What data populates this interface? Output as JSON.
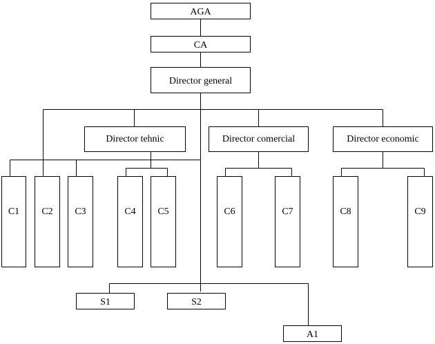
{
  "org_chart": {
    "top": {
      "aga": "AGA",
      "ca": "CA",
      "director_general": "Director general"
    },
    "directors": {
      "tehnic": "Director tehnic",
      "comercial": "Director comercial",
      "economic": "Director economic"
    },
    "columns": {
      "c1": "C1",
      "c2": "C2",
      "c3": "C3",
      "c4": "C4",
      "c5": "C5",
      "c6": "C6",
      "c7": "C7",
      "c8": "C8",
      "c9": "C9"
    },
    "staff": {
      "s1": "S1",
      "s2": "S2",
      "a1": "A1"
    }
  },
  "colors": {
    "line": "#000000",
    "box_fill": "#ffffff",
    "text": "#000000"
  }
}
